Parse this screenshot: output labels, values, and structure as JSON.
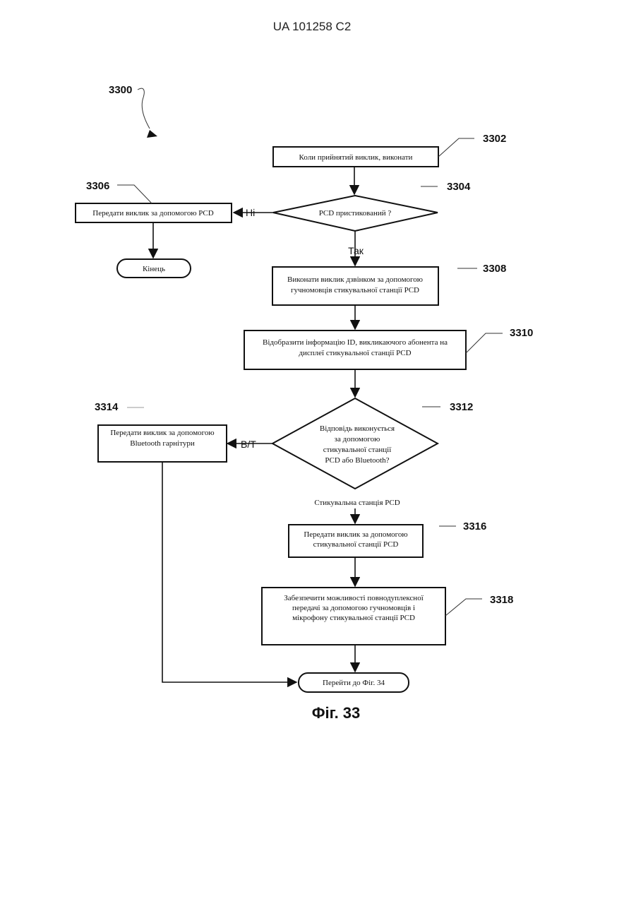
{
  "header": {
    "doc_id": "UA  101258  C2"
  },
  "figure": {
    "id_ref": "3300",
    "caption": "Фіг. 33"
  },
  "nodes": {
    "n3302": {
      "ref": "3302",
      "text": "Коли прийнятий виклик, виконати"
    },
    "n3304": {
      "ref": "3304",
      "text": "PCD пристикований ?"
    },
    "n3306": {
      "ref": "3306",
      "text": "Передати виклик за допомогою PCD"
    },
    "end1": {
      "text": "Кінець"
    },
    "n3308": {
      "ref": "3308",
      "lines": [
        "Виконати виклик дзвінком за допомогою",
        "гучномовців стикувальної станції PCD"
      ]
    },
    "n3310": {
      "ref": "3310",
      "lines": [
        "Відобразити інформацію ID, викликаючого абонента на",
        "дисплеї стикувальної станції PCD"
      ]
    },
    "n3312": {
      "ref": "3312",
      "lines": [
        "Відповідь виконується",
        "за допомогою",
        "стикувальної станції",
        "PCD або Bluetooth?"
      ]
    },
    "n3314": {
      "ref": "3314",
      "lines": [
        "Передати виклик за допомогою",
        "Bluetooth гарнітури"
      ]
    },
    "n3316": {
      "ref": "3316",
      "lines": [
        "Передати виклик за допомогою",
        "стикувальної станції PCD"
      ]
    },
    "n3318": {
      "ref": "3318",
      "lines": [
        "Забезпечити можливості повнодуплексної",
        "передачі за допомогою гучномовців і",
        "мікрофону стикувальної станції PCD"
      ]
    },
    "goto": {
      "text": "Перейти до Фіг. 34"
    }
  },
  "edge_labels": {
    "no": "Ні",
    "yes": "Так",
    "bt": "B/T",
    "dock": "Стикувальна станція PCD"
  }
}
